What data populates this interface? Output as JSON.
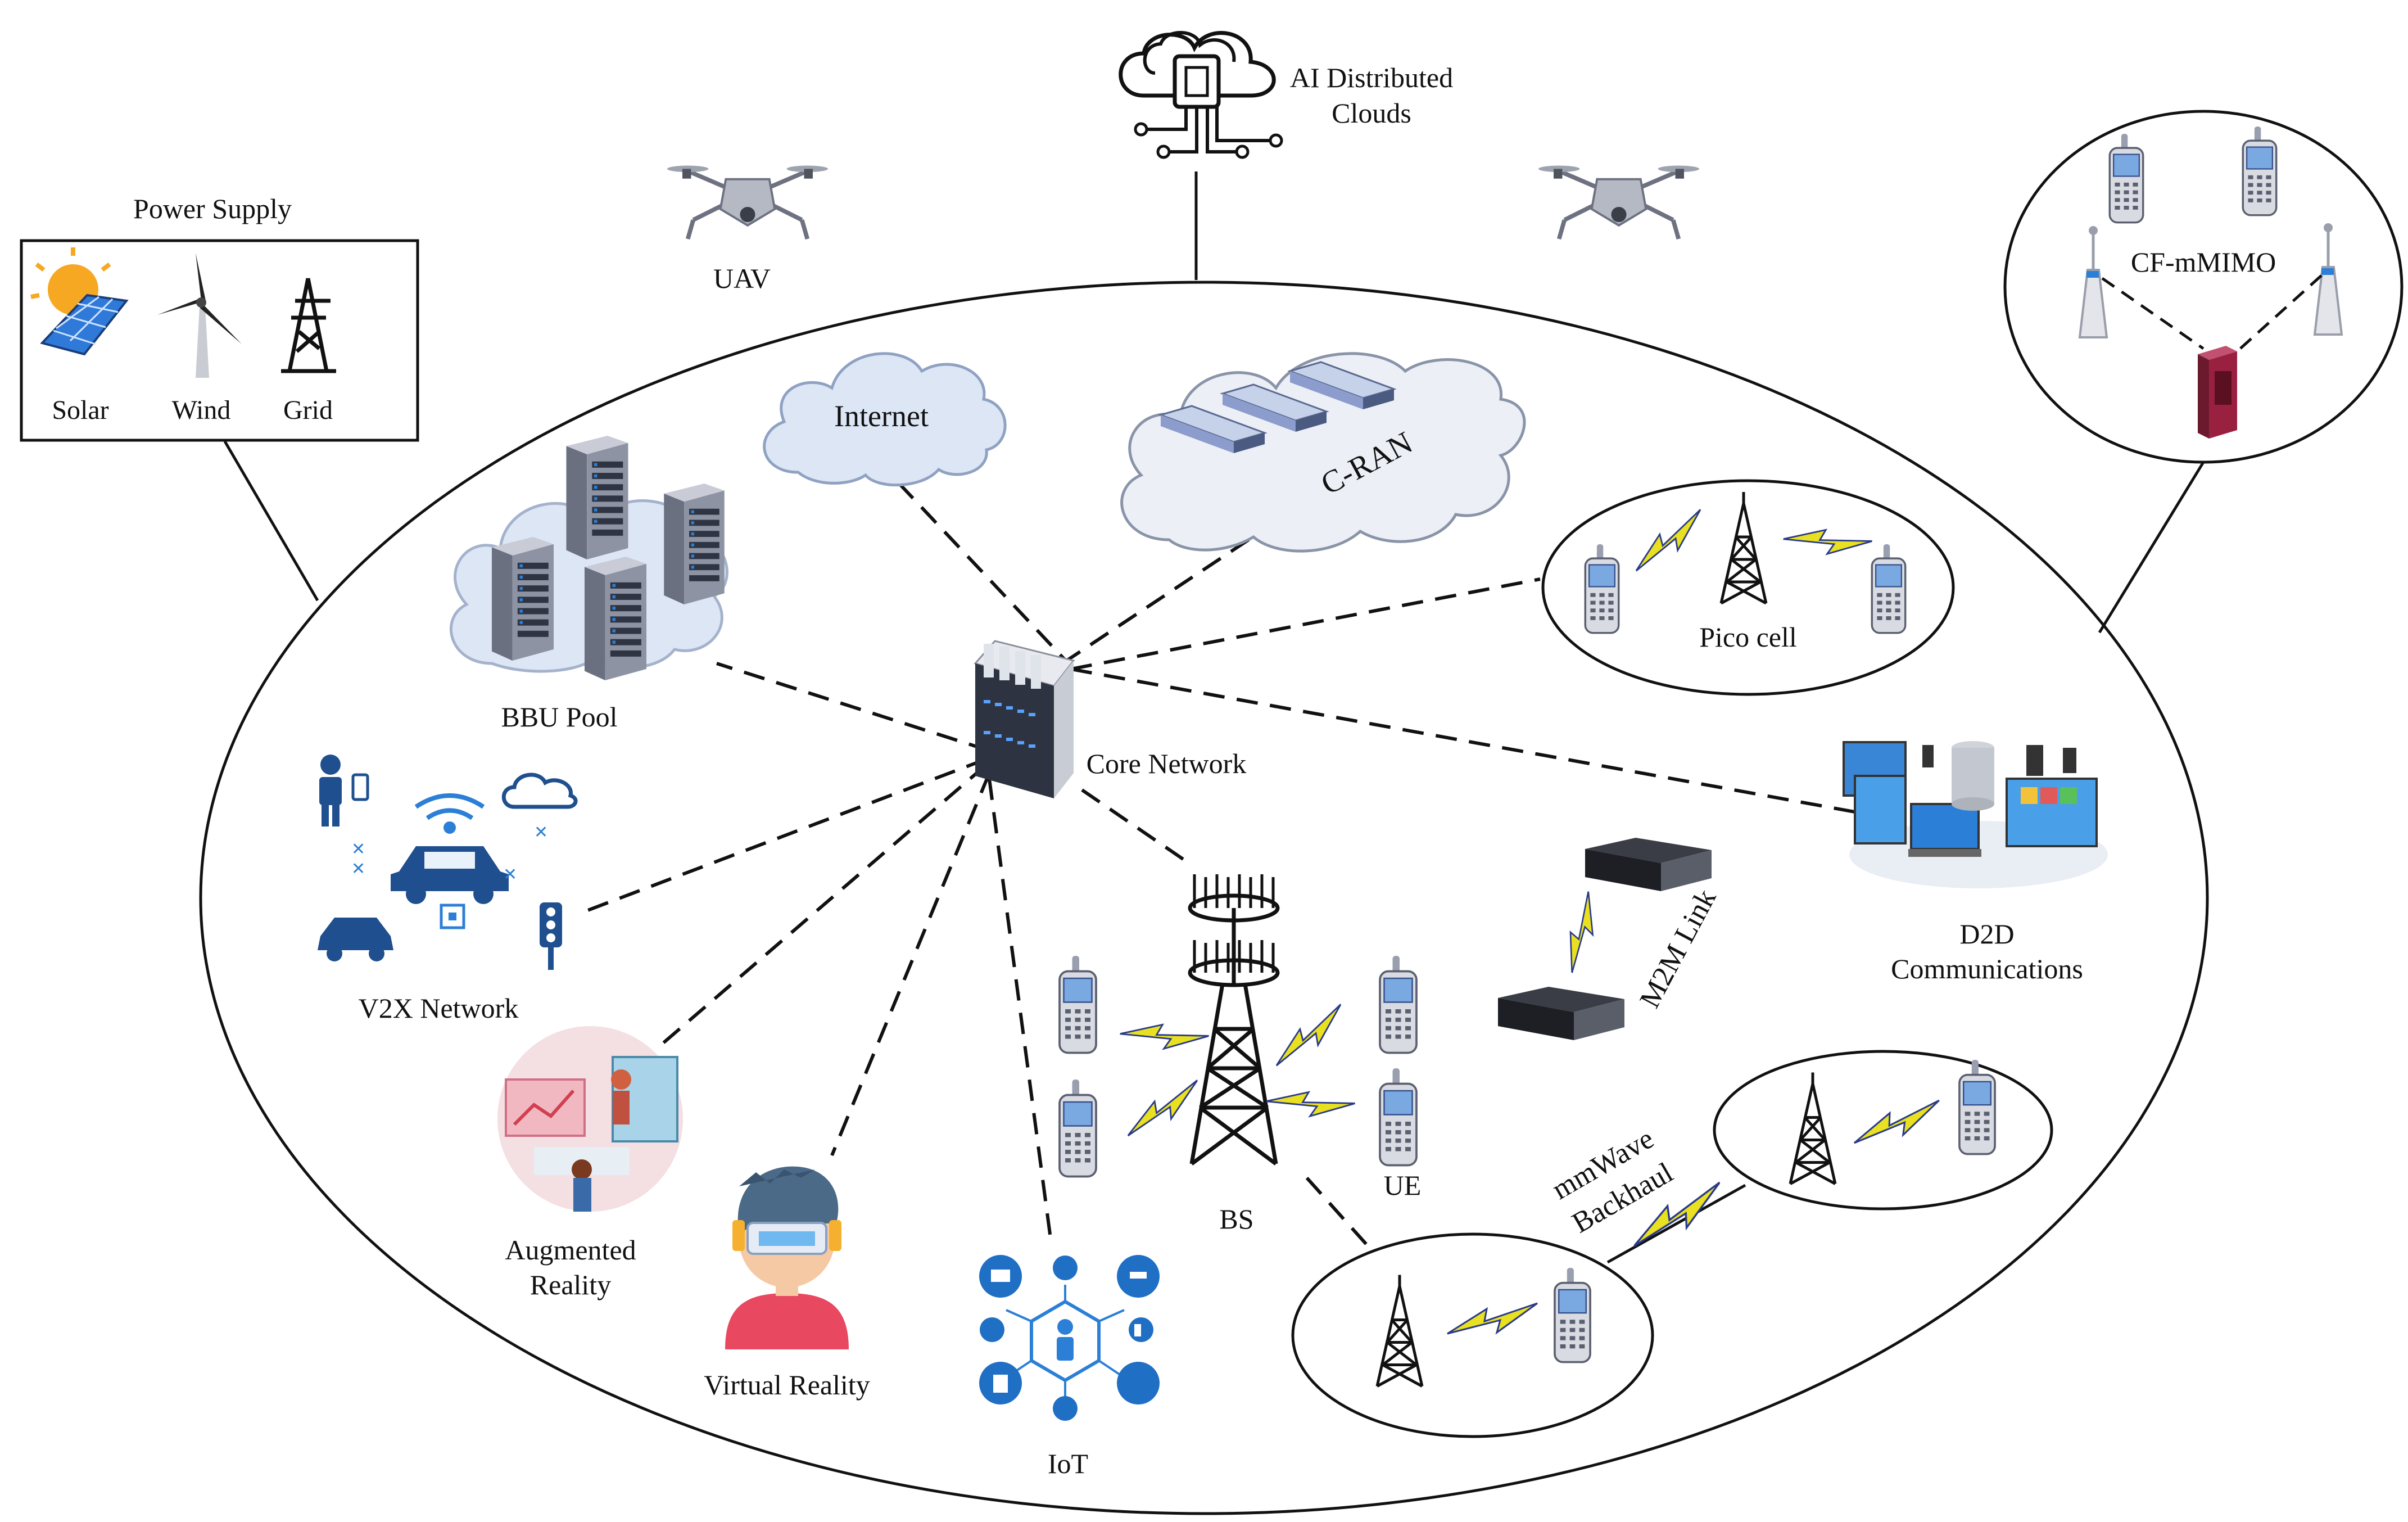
{
  "labels": {
    "power_supply": "Power Supply",
    "solar": "Solar",
    "wind": "Wind",
    "grid": "Grid",
    "ai_clouds_line1": "AI Distributed",
    "ai_clouds_line2": "Clouds",
    "uav": "UAV",
    "cf_mmimo": "CF-mMIMO",
    "internet": "Internet",
    "c_ran": "C-RAN",
    "bbu_pool": "BBU Pool",
    "core_network": "Core Network",
    "pico_cell": "Pico cell",
    "d2d_line1": "D2D",
    "d2d_line2": "Communications",
    "v2x": "V2X Network",
    "m2m": "M2M Link",
    "ar_line1": "Augmented",
    "ar_line2": "Reality",
    "vr": "Virtual Reality",
    "iot": "IoT",
    "bs": "BS",
    "ue": "UE",
    "mmwave_line1": "mmWave",
    "mmwave_line2": "Backhaul"
  },
  "colors": {
    "line": "#111111",
    "cloud_fill": "#dde6f5",
    "cloud_stroke": "#8fa2c2",
    "server_dark": "#4a4f5e",
    "lightning": "#e8e020",
    "lightning_edge": "#2a3a8a",
    "icon_blue": "#1f4f8f",
    "icon_blue_light": "#2c7fd6"
  }
}
